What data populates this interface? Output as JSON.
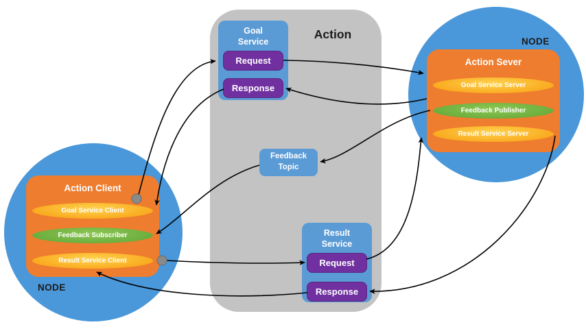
{
  "action": {
    "title": "Action"
  },
  "goal_service": {
    "line1": "Goal",
    "line2": "Service",
    "request": "Request",
    "response": "Response"
  },
  "feedback_topic": {
    "line1": "Feedback",
    "line2": "Topic"
  },
  "result_service": {
    "line1": "Result",
    "line2": "Service",
    "request": "Request",
    "response": "Response"
  },
  "client": {
    "node_label": "NODE",
    "title": "Action Client",
    "items": [
      {
        "label": "Goal Service Client",
        "color": "yellow"
      },
      {
        "label": "Feedback Subscriber",
        "color": "green"
      },
      {
        "label": "Result Service Client",
        "color": "yellow"
      }
    ]
  },
  "server": {
    "node_label": "NODE",
    "title": "Action Sever",
    "items": [
      {
        "label": "Goal Service Server",
        "color": "yellow"
      },
      {
        "label": "Feedback Publisher",
        "color": "green"
      },
      {
        "label": "Result Service Server",
        "color": "yellow"
      }
    ]
  },
  "colors": {
    "background": "#ffffff",
    "circle_blue": "#4a97d9",
    "panel_gray": "#c3c3c3",
    "service_blue": "#5b9bd5",
    "button_purple": "#7030a0",
    "node_orange": "#ee7d2f",
    "pill_yellow_light": "#ffd34f",
    "pill_yellow": "#f9a71b",
    "pill_green_light": "#8dc653",
    "pill_green": "#69ac3c",
    "arrow_black": "#000000",
    "dot_gray": "#8a8a8a",
    "text_white": "#ffffff",
    "text_dark": "#1b1b1b"
  }
}
